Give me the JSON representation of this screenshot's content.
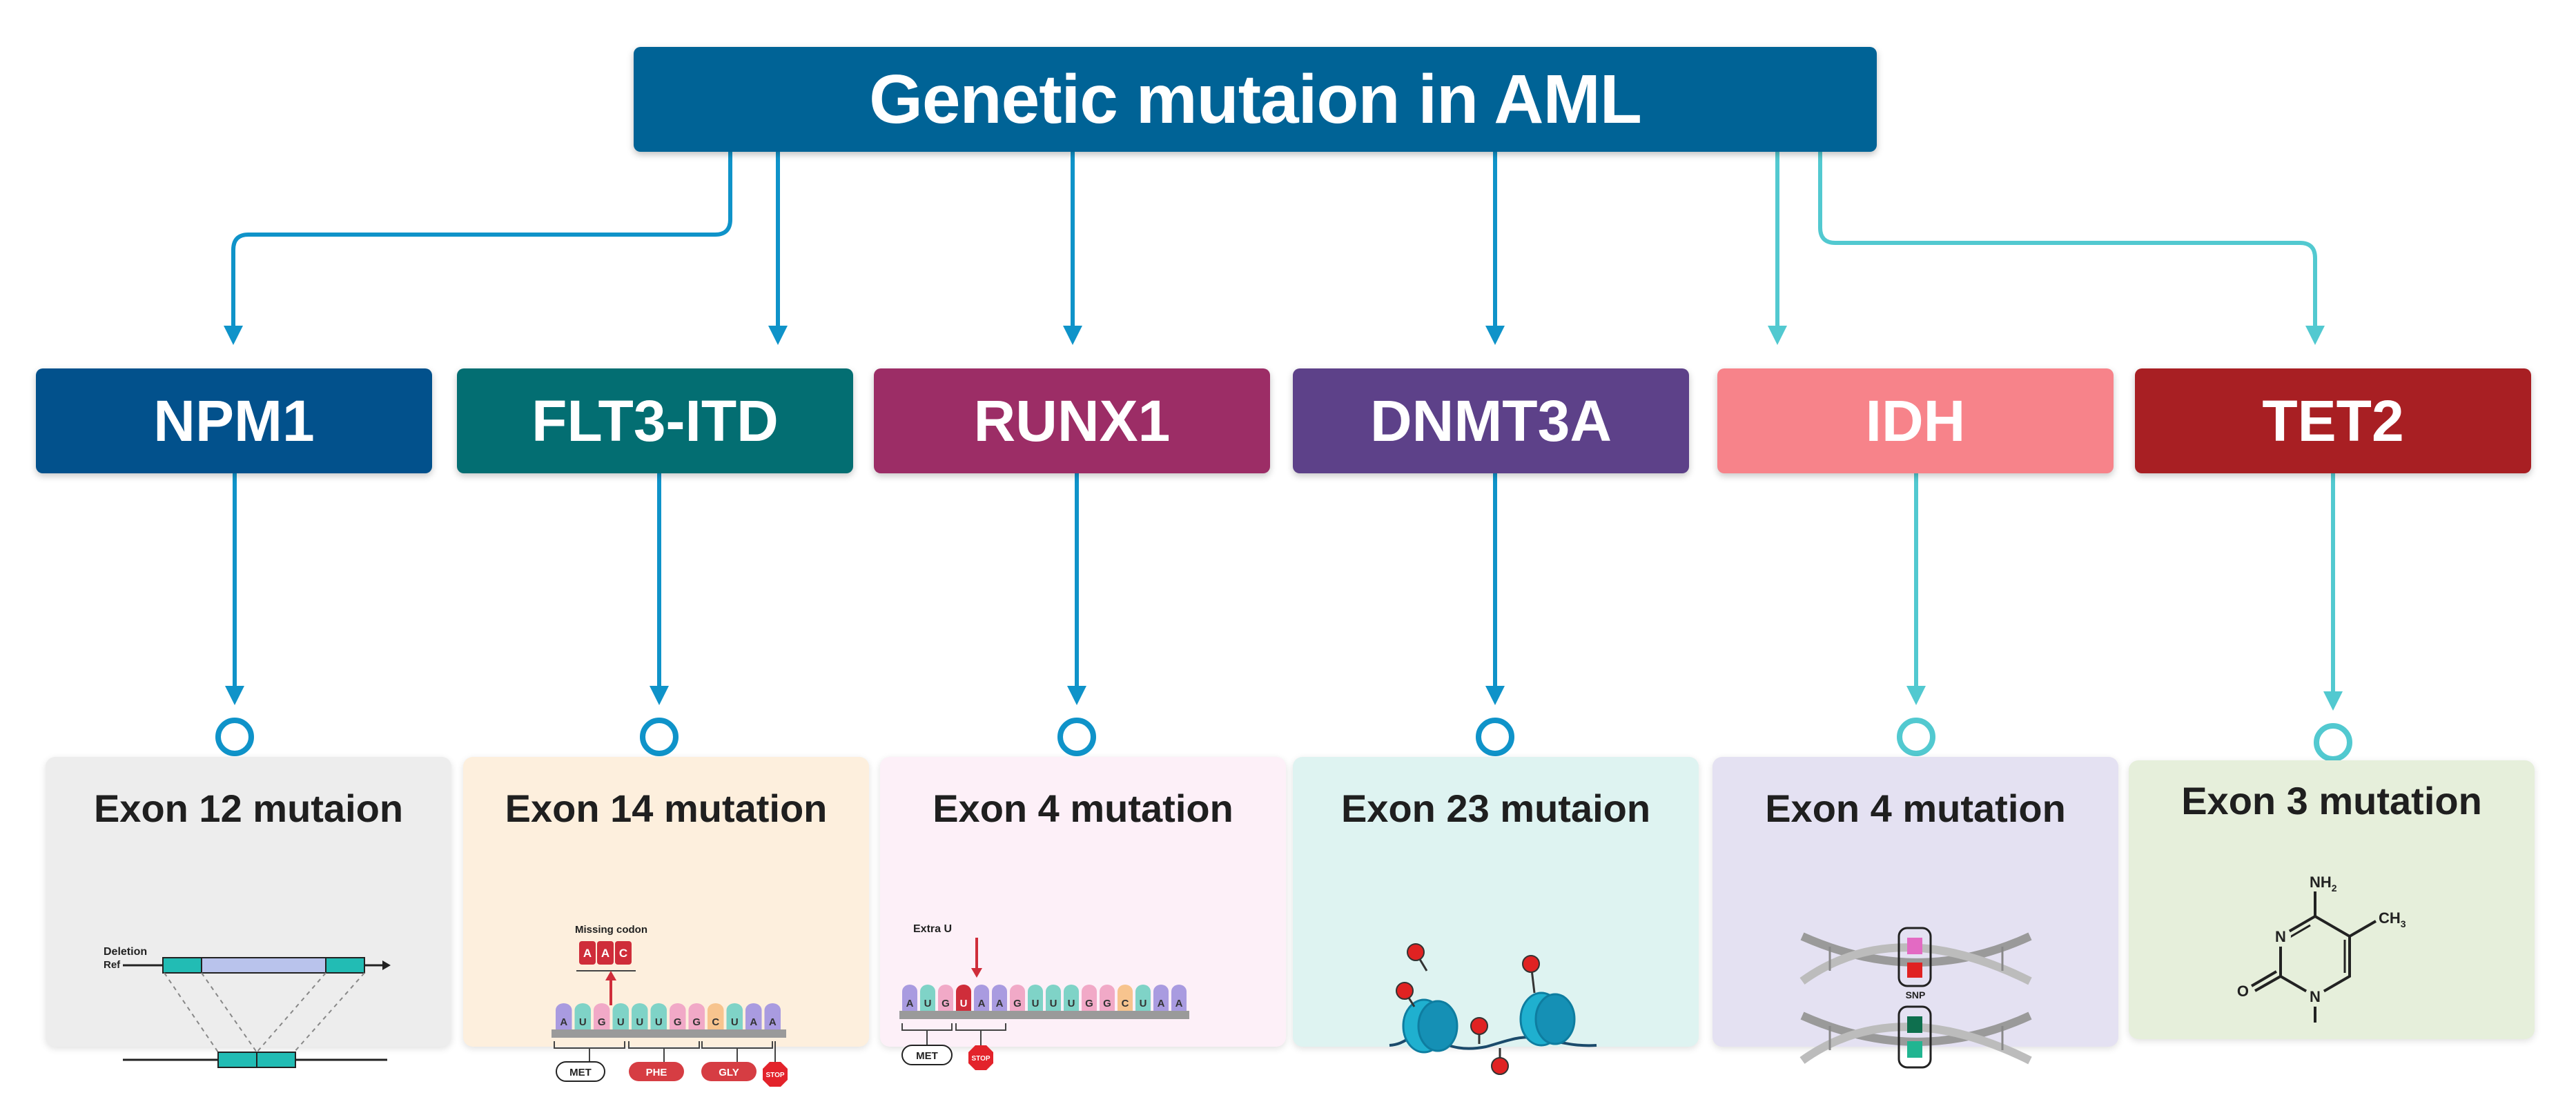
{
  "title": "Genetic mutaion in AML",
  "genes": [
    {
      "label": "NPM1",
      "color": "#02518c",
      "connector_color": "#0f93c9"
    },
    {
      "label": "FLT3-ITD",
      "color": "#036e72",
      "connector_color": "#0f93c9"
    },
    {
      "label": "RUNX1",
      "color": "#9c2d66",
      "connector_color": "#0f93c9"
    },
    {
      "label": "DNMT3A",
      "color": "#5d4189",
      "connector_color": "#0f93c9"
    },
    {
      "label": "IDH",
      "color": "#f7838a",
      "connector_color": "#52c9d0"
    },
    {
      "label": "TET2",
      "color": "#a81f23",
      "connector_color": "#52c9d0"
    }
  ],
  "panels": [
    {
      "title": "Exon 12 mutaion",
      "bg": "#ededed",
      "labels": {
        "deletion": "Deletion",
        "ref": "Ref"
      }
    },
    {
      "title": "Exon 14 mutation",
      "bg": "#fdefdd",
      "labels": {
        "missing_codon": "Missing codon",
        "codon": [
          "A",
          "A",
          "C"
        ],
        "sequence": [
          "A",
          "U",
          "G",
          "U",
          "U",
          "U",
          "G",
          "G",
          "C",
          "U",
          "A",
          "A"
        ],
        "amino_acids": [
          "MET",
          "PHE",
          "GLY"
        ],
        "stop": "STOP"
      }
    },
    {
      "title": "Exon 4 mutation",
      "bg": "#fdf0f8",
      "labels": {
        "extra": "Extra U",
        "sequence": [
          "A",
          "U",
          "G",
          "U",
          "A",
          "A",
          "G",
          "U",
          "U",
          "U",
          "G",
          "G",
          "C",
          "U",
          "A",
          "A"
        ],
        "amino_acids": [
          "MET"
        ],
        "stop": "STOP"
      }
    },
    {
      "title": "Exon 23 mutaion",
      "bg": "#def3f1"
    },
    {
      "title": "Exon 4 mutation",
      "bg": "#e4e1f2",
      "labels": {
        "snp": "SNP"
      }
    },
    {
      "title": "Exon 3 mutation",
      "bg": "#e6efdb",
      "labels": {
        "nh2": "NH",
        "nh2_sub": "2",
        "ch3": "CH",
        "ch3_sub": "3",
        "n": "N",
        "o": "O"
      }
    }
  ]
}
